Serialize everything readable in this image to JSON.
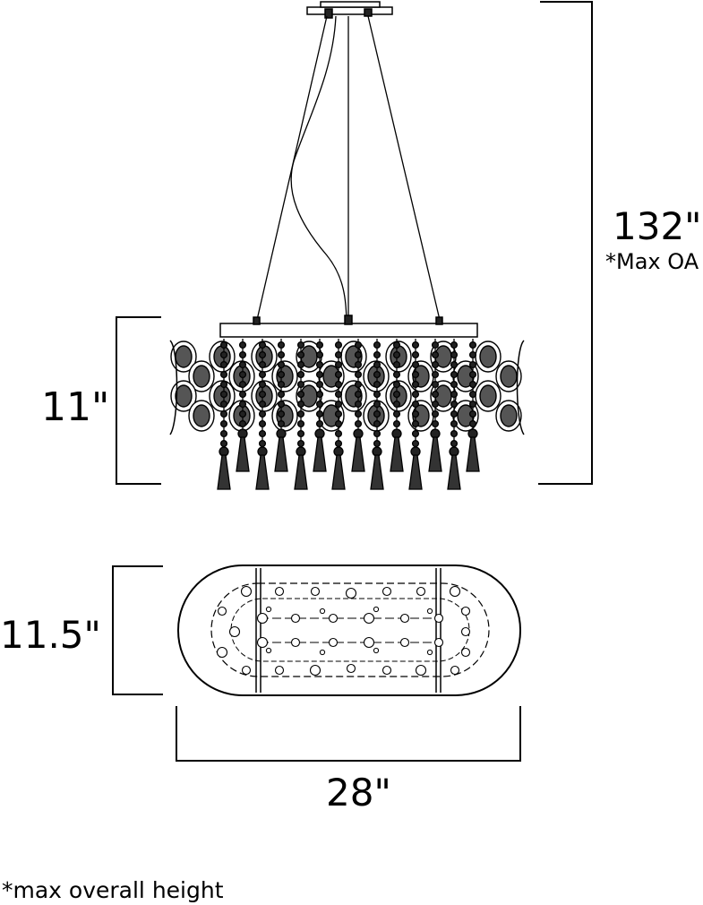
{
  "dimensions": {
    "overall_height": "132\"",
    "overall_height_note": "*Max OA",
    "fixture_height": "11\"",
    "depth": "11.5\"",
    "width": "28\""
  },
  "footnote": "*max overall height",
  "colors": {
    "line": "#000000",
    "background": "#ffffff"
  }
}
